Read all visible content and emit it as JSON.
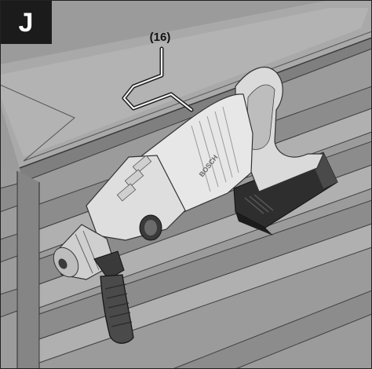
{
  "figure": {
    "label": "J",
    "callout": "(16)",
    "brand": "BOSCH"
  },
  "colors": {
    "background": "#9a9a9a",
    "frame": "#222222",
    "label_bg": "#1a1a1a",
    "label_text": "#ffffff",
    "tool_light": "#e8e8e8",
    "tool_mid": "#c8c8c8",
    "tool_dark": "#6a6a6a",
    "battery": "#2b2b2b",
    "rack_light": "#bdbdbd",
    "rack_mid": "#8f8f8f",
    "rack_dark": "#5e5e5e"
  }
}
